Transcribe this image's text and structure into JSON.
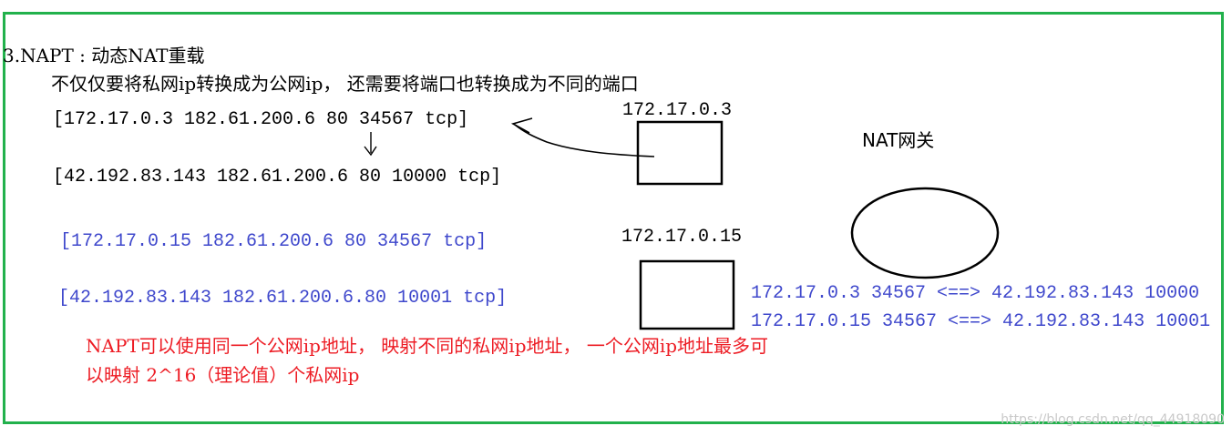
{
  "heading": "3.NAPT : 动态NAT重载",
  "description": "不仅仅要将私网ip转换成为公网ip， 还需要将端口也转换成为不同的端口",
  "mappings": {
    "first_private": "[172.17.0.3  182.61.200.6 80 34567 tcp]",
    "first_public": "[42.192.83.143 182.61.200.6 80 10000 tcp]",
    "second_private": "[172.17.0.15 182.61.200.6 80 34567 tcp]",
    "second_public": "[42.192.83.143 182.61.200.6.80 10001 tcp]"
  },
  "hosts": {
    "host1_label": "172.17.0.3",
    "host2_label": "172.17.0.15"
  },
  "gateway": {
    "label": "NAT网关"
  },
  "nat_table": {
    "row1": "172.17.0.3 34567 <==> 42.192.83.143 10000",
    "row2": "172.17.0.15 34567 <==> 42.192.83.143 10001"
  },
  "note": {
    "line1": "NAPT可以使用同一个公网ip地址， 映射不同的私网ip地址， 一个公网ip地址最多可",
    "line2": "以映射 2^16（理论值）个私网ip"
  },
  "watermark": "https://blog.csdn.net/qq_44918090",
  "colors": {
    "frame": "#22b14c",
    "blue_text": "#3f48cc",
    "red_text": "#ed1c24",
    "black": "#000000"
  }
}
